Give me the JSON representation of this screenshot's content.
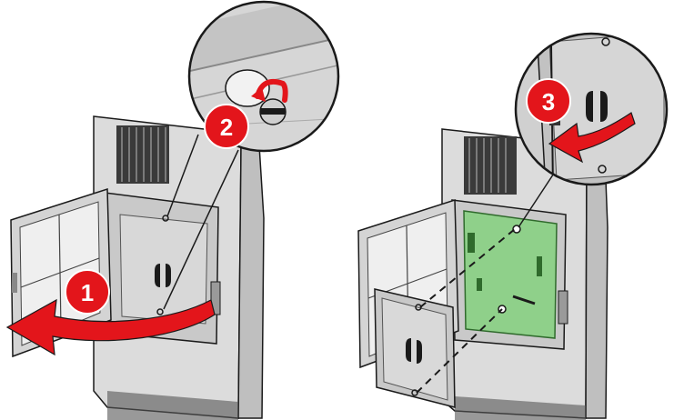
{
  "steps": {
    "step1": {
      "number": "1",
      "action": "open-door"
    },
    "step2": {
      "number": "2",
      "action": "loosen-screw"
    },
    "step3": {
      "number": "3",
      "action": "remove-shield"
    }
  },
  "colors": {
    "badge_red": "#e3151b",
    "arrow_red": "#e3151b",
    "printer_body": "#d9d9d9",
    "printer_dark": "#4a4a4a",
    "board_green": "#8fd08a",
    "outline": "#1a1a1a"
  }
}
